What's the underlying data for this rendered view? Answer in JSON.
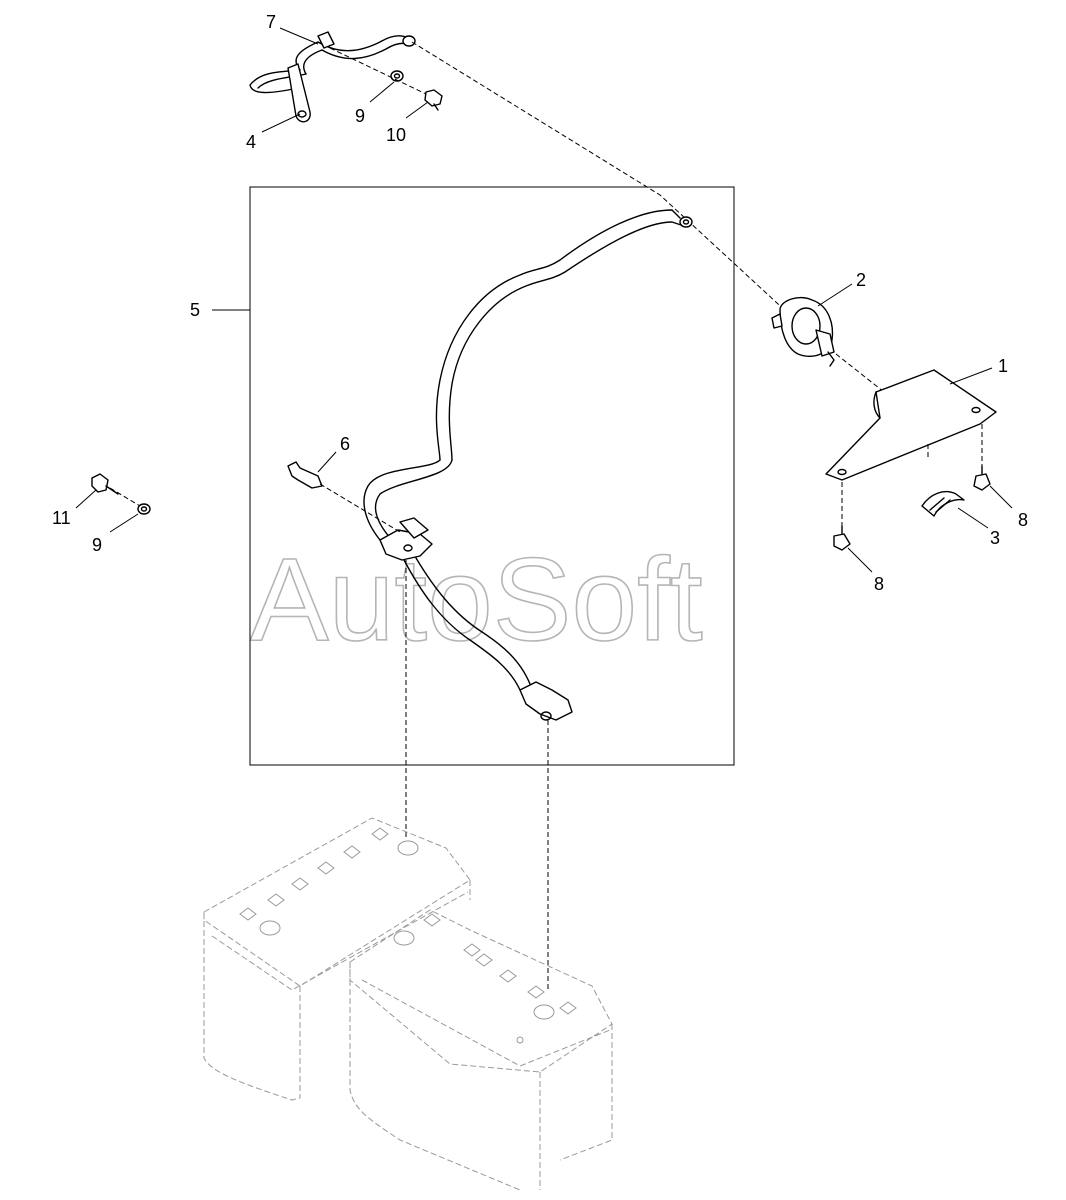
{
  "callouts": {
    "c1": "1",
    "c2": "2",
    "c3": "3",
    "c4": "4",
    "c5": "5",
    "c6": "6",
    "c7": "7",
    "c8a": "8",
    "c8b": "8",
    "c9a": "9",
    "c9b": "9",
    "c10": "10",
    "c11": "11"
  },
  "watermark": "AutoSoft"
}
